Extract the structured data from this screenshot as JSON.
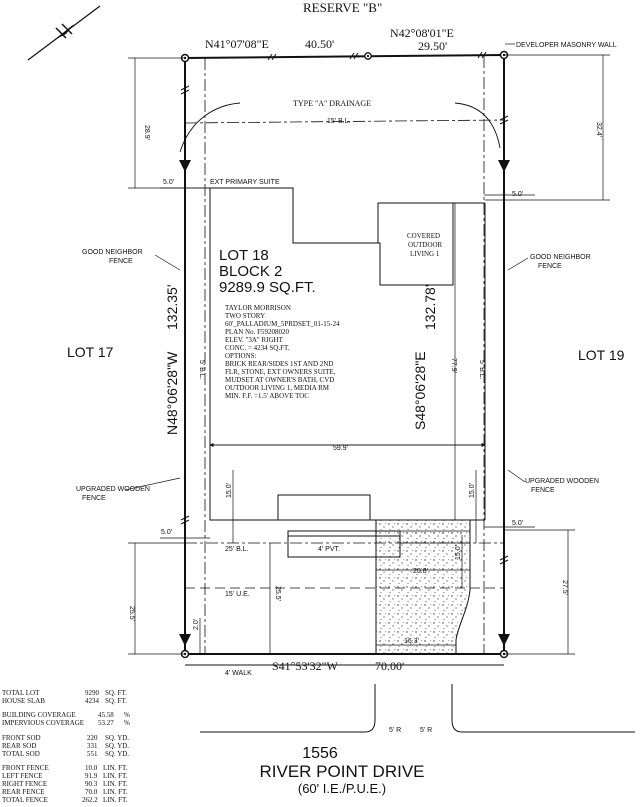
{
  "top": {
    "reserve": "RESERVE \"B\"",
    "bearing_left": "N41°07'08\"E",
    "dist_left": "40.50'",
    "bearing_right": "N42°08'01\"E",
    "dist_right": "29.50'",
    "masonry_wall": "DEVELOPER MASONRY WALL",
    "drainage": "TYPE \"A\" DRAINAGE",
    "bl_15": "15' B.L."
  },
  "left_dims": {
    "d289": "28.9'",
    "d50": "5.0'",
    "d255": "25.5'",
    "d20": "2.0'",
    "d50b": "5.0'"
  },
  "right_dims": {
    "d324": "32.4'",
    "d50": "5.0'",
    "d275": "27.5'",
    "d50b": "5.0'"
  },
  "lot": {
    "lot": "LOT 18",
    "block": "BLOCK 2",
    "area": "9289.9 SQ.FT.",
    "notes": [
      "TAYLOR MORRISON",
      "TWO STORY",
      "60'_PALLADIUM_5PRDSET_01-15-24",
      "PLAN No. F59208020",
      "ELEV. \"3A\" RIGHT",
      "CONC. = 4234 SQ.FT.",
      "OPTIONS:",
      "BRICK REAR/SIDES 1ST AND 2ND",
      "FLR, STONE, EXT OWNERS SUITE,",
      "MUDSET AT OWNER'S BATH, CVD",
      "OUTDOOR LIVING 1, MEDIA RM",
      "MIN. F.F. =1.5' ABOVE TOC"
    ]
  },
  "house": {
    "ext_suite": "EXT PRIMARY SUITE",
    "covered": [
      "COVERED",
      "OUTDOOR",
      "LIVING 1"
    ],
    "width": "59.9'",
    "depth": "77.9'",
    "bl5_left": "5' B.L.",
    "bl5_right": "5' B.L.",
    "d150_left": "15.0'",
    "d150_right": "15.0'",
    "d150_drive": "15.0'",
    "d208": "20.8'",
    "d163": "16.3'",
    "pvt": "4' PVT.",
    "bl25": "25' B.L.",
    "ue15": "15' U.E.",
    "d255_mid": "25.5'"
  },
  "sides": {
    "lot17": "LOT 17",
    "lot19": "LOT 19",
    "left_bearing": "N48°06'28\"W",
    "left_dist": "132.35'",
    "right_bearing": "S48°06'28\"E",
    "right_dist": "132.78'",
    "good_left": [
      "GOOD NEIGHBOR",
      "FENCE"
    ],
    "good_right": [
      "GOOD NEIGHBOR",
      "FENCE"
    ],
    "wood_left": [
      "UPGRADED WOODEN",
      "FENCE"
    ],
    "wood_right": [
      "UPGRADED WOODEN",
      "FENCE"
    ]
  },
  "front": {
    "bearing": "S41°53'32\"W",
    "dist": "70.00'",
    "walk": "4' WALK",
    "r_left": "5' R",
    "r_right": "5' R"
  },
  "street": {
    "number": "1556",
    "name": "RIVER POINT DRIVE",
    "row": "(60' I.E./P.U.E.)"
  },
  "table": [
    {
      "label": "TOTAL LOT",
      "value": "9290",
      "unit": "SQ. FT."
    },
    {
      "label": "HOUSE SLAB",
      "value": "4234",
      "unit": "SQ. FT."
    },
    {
      "label": "BUILDING COVERAGE",
      "value": "45.58",
      "unit": "%"
    },
    {
      "label": "IMPERVIOUS COVERAGE",
      "value": "53.27",
      "unit": "%"
    },
    {
      "label": "FRONT SOD",
      "value": "220",
      "unit": "SQ. YD."
    },
    {
      "label": "REAR SOD",
      "value": "331",
      "unit": "SQ. YD."
    },
    {
      "label": "TOTAL SOD",
      "value": "551",
      "unit": "SQ. YD."
    },
    {
      "label": "FRONT FENCE",
      "value": "10.0",
      "unit": "LIN. FT."
    },
    {
      "label": "LEFT FENCE",
      "value": "91.9",
      "unit": "LIN. FT."
    },
    {
      "label": "RIGHT FENCE",
      "value": "90.3",
      "unit": "LIN. FT."
    },
    {
      "label": "REAR FENCE",
      "value": "70.0",
      "unit": "LIN. FT."
    },
    {
      "label": "TOTAL FENCE",
      "value": "262.2",
      "unit": "LIN. FT."
    }
  ]
}
